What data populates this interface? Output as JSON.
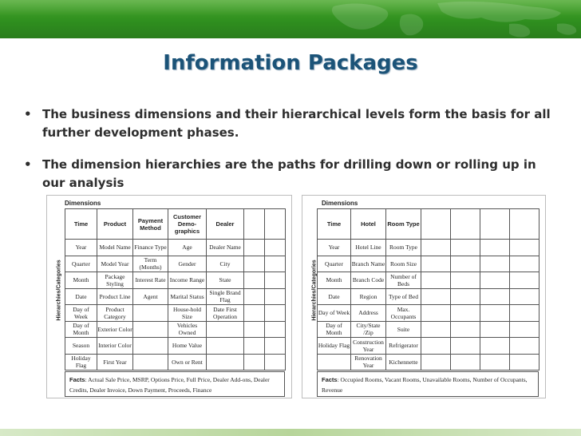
{
  "slide": {
    "title": "Information Packages",
    "bullets": [
      {
        "marker": "•",
        "text": "The business dimensions and their hierarchical levels form the basis for all further development phases."
      },
      {
        "marker": "•",
        "text": "The dimension hierarchies are the paths for drilling down or rolling up in our analysis"
      }
    ]
  },
  "left_package": {
    "dimensions_label": "Dimensions",
    "side_label": "Hierarchies/Categories",
    "headers": [
      "Time",
      "Product",
      "Payment Method",
      "Customer Demo-graphics",
      "Dealer",
      "",
      ""
    ],
    "rows": [
      [
        "Year",
        "Model Name",
        "Finance Type",
        "Age",
        "Dealer Name",
        "",
        ""
      ],
      [
        "Quarter",
        "Model Year",
        "Term (Months)",
        "Gender",
        "City",
        "",
        ""
      ],
      [
        "Month",
        "Package Styling",
        "Interest Rate",
        "Income Range",
        "State",
        "",
        ""
      ],
      [
        "Date",
        "Product Line",
        "Agent",
        "Marital Status",
        "Single Brand Flag",
        "",
        ""
      ],
      [
        "Day of Week",
        "Product Category",
        "",
        "House-hold Size",
        "Date First Operation",
        "",
        ""
      ],
      [
        "Day of Month",
        "Exterior Color",
        "",
        "Vehicles Owned",
        "",
        "",
        ""
      ],
      [
        "Season",
        "Interior Color",
        "",
        "Home Value",
        "",
        "",
        ""
      ],
      [
        "Holiday Flag",
        "First Year",
        "",
        "Own or Rent",
        "",
        "",
        ""
      ]
    ],
    "facts_label": "Facts",
    "facts_text": ": Actual Sale Price, MSRP, Options Price, Full Price, Dealer Add-ons, Dealer Credits, Dealer Invoice, Down Payment, Proceeds, Finance"
  },
  "right_package": {
    "dimensions_label": "Dimensions",
    "side_label": "Hierarchies/Categories",
    "headers": [
      "Time",
      "Hotel",
      "Room Type",
      "",
      "",
      "",
      ""
    ],
    "rows": [
      [
        "Year",
        "Hotel Line",
        "Room Type",
        "",
        "",
        "",
        ""
      ],
      [
        "Quarter",
        "Branch Name",
        "Room Size",
        "",
        "",
        "",
        ""
      ],
      [
        "Month",
        "Branch Code",
        "Number of Beds",
        "",
        "",
        "",
        ""
      ],
      [
        "Date",
        "Region",
        "Type of Bed",
        "",
        "",
        "",
        ""
      ],
      [
        "Day of Week",
        "Address",
        "Max. Occupants",
        "",
        "",
        "",
        ""
      ],
      [
        "Day of Month",
        "City/State /Zip",
        "Suite",
        "",
        "",
        "",
        ""
      ],
      [
        "Holiday Flag",
        "Construction Year",
        "Refrigerator",
        "",
        "",
        "",
        ""
      ],
      [
        "",
        "Renovation Year",
        "Kichennette",
        "",
        "",
        "",
        ""
      ]
    ],
    "facts_label": "Facts",
    "facts_text": ": Occupied Rooms, Vacant Rooms, Unavailable Rooms, Number of Occupants, Revenue"
  },
  "theme": {
    "banner_green": "#3a9a24",
    "title_color": "#1b5378"
  }
}
